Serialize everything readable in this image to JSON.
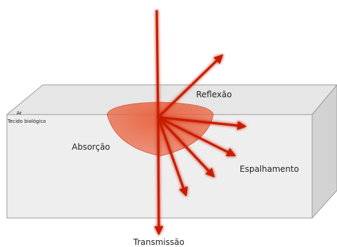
{
  "labels": {
    "air": "Ar",
    "tissue": "Tecido biológico",
    "absorption": "Absorção",
    "reflection": "Reflexão",
    "scattering": "Espalhamento",
    "transmission": "Transmissão"
  },
  "colors": {
    "ray": "#c81e00",
    "ray_glow": "#ff6a3a",
    "absorption_fill": "#e8613d",
    "block_front": "#eeeeee",
    "block_top": "#e6e6e6",
    "block_side": "#d2d2d2",
    "block_edge": "#9a9a9a"
  }
}
